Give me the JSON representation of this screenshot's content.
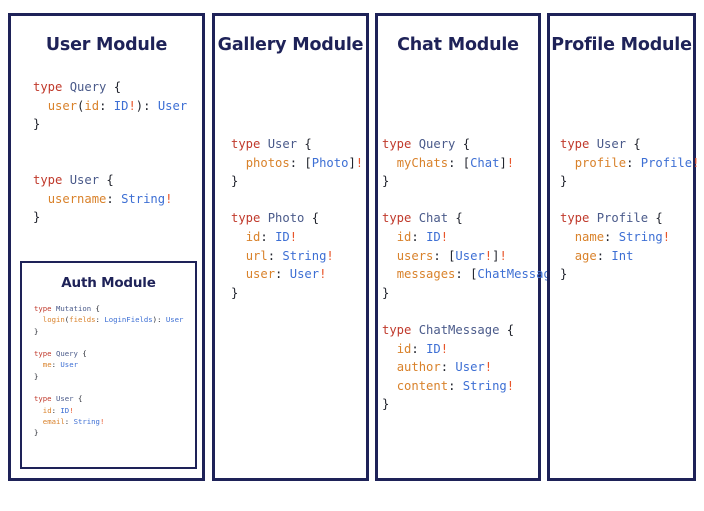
{
  "page": {
    "background": "#ffffff",
    "border_color": "#1e2258",
    "title_color": "#1e2258",
    "colors": {
      "keyword": "#c0392b",
      "type_name": "#4a5a8a",
      "field": "#d9822b",
      "type_ref": "#3d6fd4",
      "bang": "#e8552a",
      "punctuation": "#22252e"
    }
  },
  "modules": {
    "user": {
      "title": "User Module",
      "code_lines": [
        "type Query {",
        "  user(id: ID!): User",
        "}",
        "",
        "",
        "type User {",
        "  username: String!",
        "}"
      ],
      "code_text": "type Query {\n  user(id: ID!): User\n}\n\n\ntype User {\n  username: String!\n}"
    },
    "auth": {
      "title": "Auth Module",
      "code_lines": [
        "type Mutation {",
        "  login(fields: LoginFields): User",
        "}",
        "",
        "type Query {",
        "  me: User",
        "}",
        "",
        "type User {",
        "  id: ID!",
        "  email: String!",
        "}"
      ],
      "code_text": "type Mutation {\n  login(fields: LoginFields): User\n}\n\ntype Query {\n  me: User\n}\n\ntype User {\n  id: ID!\n  email: String!\n}"
    },
    "gallery": {
      "title": "Gallery Module",
      "code_lines": [
        "type User {",
        "  photos: [Photo]!",
        "}",
        "",
        "type Photo {",
        "  id: ID!",
        "  url: String!",
        "  user: User!",
        "}"
      ],
      "code_text": "type User {\n  photos: [Photo]!\n}\n\ntype Photo {\n  id: ID!\n  url: String!\n  user: User!\n}"
    },
    "chat": {
      "title": "Chat Module",
      "code_lines": [
        "type Query {",
        "  myChats: [Chat]!",
        "}",
        "",
        "type Chat {",
        "  id: ID!",
        "  users: [User!]!",
        "  messages: [ChatMessage]!",
        "}",
        "",
        "type ChatMessage {",
        "  id: ID!",
        "  author: User!",
        "  content: String!",
        "}"
      ],
      "code_text": "type Query {\n  myChats: [Chat]!\n}\n\ntype Chat {\n  id: ID!\n  users: [User!]!\n  messages: [ChatMessage]!\n}\n\ntype ChatMessage {\n  id: ID!\n  author: User!\n  content: String!\n}"
    },
    "profile": {
      "title": "Profile Module",
      "code_lines": [
        "type User {",
        "  profile: Profile!",
        "}",
        "",
        "type Profile {",
        "  name: String!",
        "  age: Int",
        "}"
      ],
      "code_text": "type User {\n  profile: Profile!\n}\n\ntype Profile {\n  name: String!\n  age: Int\n}"
    }
  }
}
